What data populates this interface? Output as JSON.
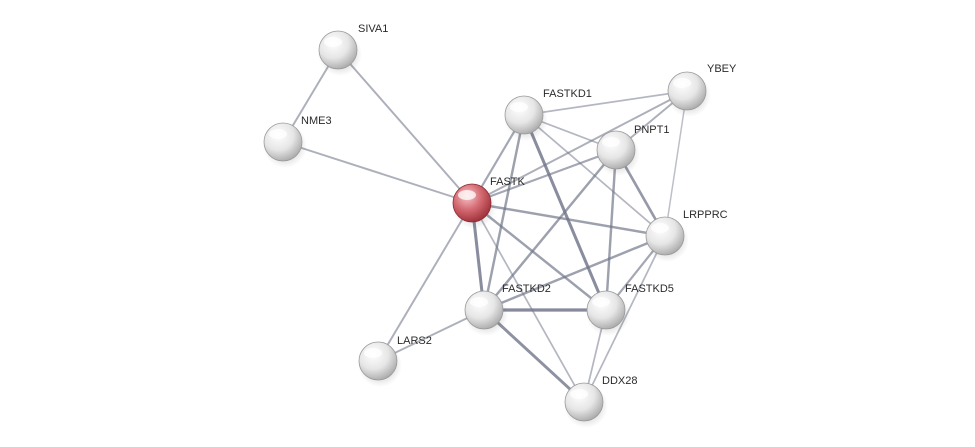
{
  "network": {
    "query_node": "FASTK",
    "colors": {
      "query_node": "#c9505a",
      "node": "#e4e4e4",
      "edge": "#6f7488",
      "label": "#2b2b2b"
    },
    "nodes": [
      {
        "id": "SIVA1",
        "label": "SIVA1",
        "query": false
      },
      {
        "id": "NME3",
        "label": "NME3",
        "query": false
      },
      {
        "id": "FASTKD1",
        "label": "FASTKD1",
        "query": false
      },
      {
        "id": "YBEY",
        "label": "YBEY",
        "query": false
      },
      {
        "id": "PNPT1",
        "label": "PNPT1",
        "query": false
      },
      {
        "id": "FASTK",
        "label": "FASTK",
        "query": true
      },
      {
        "id": "LRPPRC",
        "label": "LRPPRC",
        "query": false
      },
      {
        "id": "FASTKD2",
        "label": "FASTKD2",
        "query": false
      },
      {
        "id": "FASTKD5",
        "label": "FASTKD5",
        "query": false
      },
      {
        "id": "LARS2",
        "label": "LARS2",
        "query": false
      },
      {
        "id": "DDX28",
        "label": "DDX28",
        "query": false
      }
    ],
    "edges": [
      {
        "source": "SIVA1",
        "target": "NME3",
        "strength": 0.4
      },
      {
        "source": "SIVA1",
        "target": "FASTK",
        "strength": 0.4
      },
      {
        "source": "NME3",
        "target": "FASTK",
        "strength": 0.4
      },
      {
        "source": "FASTK",
        "target": "FASTKD1",
        "strength": 0.5
      },
      {
        "source": "FASTK",
        "target": "YBEY",
        "strength": 0.4
      },
      {
        "source": "FASTK",
        "target": "PNPT1",
        "strength": 0.5
      },
      {
        "source": "FASTK",
        "target": "LRPPRC",
        "strength": 0.6
      },
      {
        "source": "FASTK",
        "target": "FASTKD2",
        "strength": 0.85
      },
      {
        "source": "FASTK",
        "target": "FASTKD5",
        "strength": 0.6
      },
      {
        "source": "FASTK",
        "target": "LARS2",
        "strength": 0.4
      },
      {
        "source": "FASTK",
        "target": "DDX28",
        "strength": 0.3
      },
      {
        "source": "FASTKD1",
        "target": "YBEY",
        "strength": 0.3
      },
      {
        "source": "FASTKD1",
        "target": "PNPT1",
        "strength": 0.3
      },
      {
        "source": "FASTKD1",
        "target": "LRPPRC",
        "strength": 0.3
      },
      {
        "source": "FASTKD1",
        "target": "FASTKD2",
        "strength": 0.6
      },
      {
        "source": "FASTKD1",
        "target": "FASTKD5",
        "strength": 0.85
      },
      {
        "source": "YBEY",
        "target": "PNPT1",
        "strength": 0.4
      },
      {
        "source": "YBEY",
        "target": "LRPPRC",
        "strength": 0.2
      },
      {
        "source": "PNPT1",
        "target": "LRPPRC",
        "strength": 0.7
      },
      {
        "source": "PNPT1",
        "target": "FASTKD2",
        "strength": 0.6
      },
      {
        "source": "PNPT1",
        "target": "FASTKD5",
        "strength": 0.6
      },
      {
        "source": "LRPPRC",
        "target": "FASTKD2",
        "strength": 0.6
      },
      {
        "source": "LRPPRC",
        "target": "FASTKD5",
        "strength": 0.5
      },
      {
        "source": "LRPPRC",
        "target": "DDX28",
        "strength": 0.3
      },
      {
        "source": "FASTKD2",
        "target": "FASTKD5",
        "strength": 0.9
      },
      {
        "source": "FASTKD2",
        "target": "LARS2",
        "strength": 0.4
      },
      {
        "source": "FASTKD2",
        "target": "DDX28",
        "strength": 0.8
      },
      {
        "source": "FASTKD5",
        "target": "DDX28",
        "strength": 0.3
      }
    ]
  }
}
